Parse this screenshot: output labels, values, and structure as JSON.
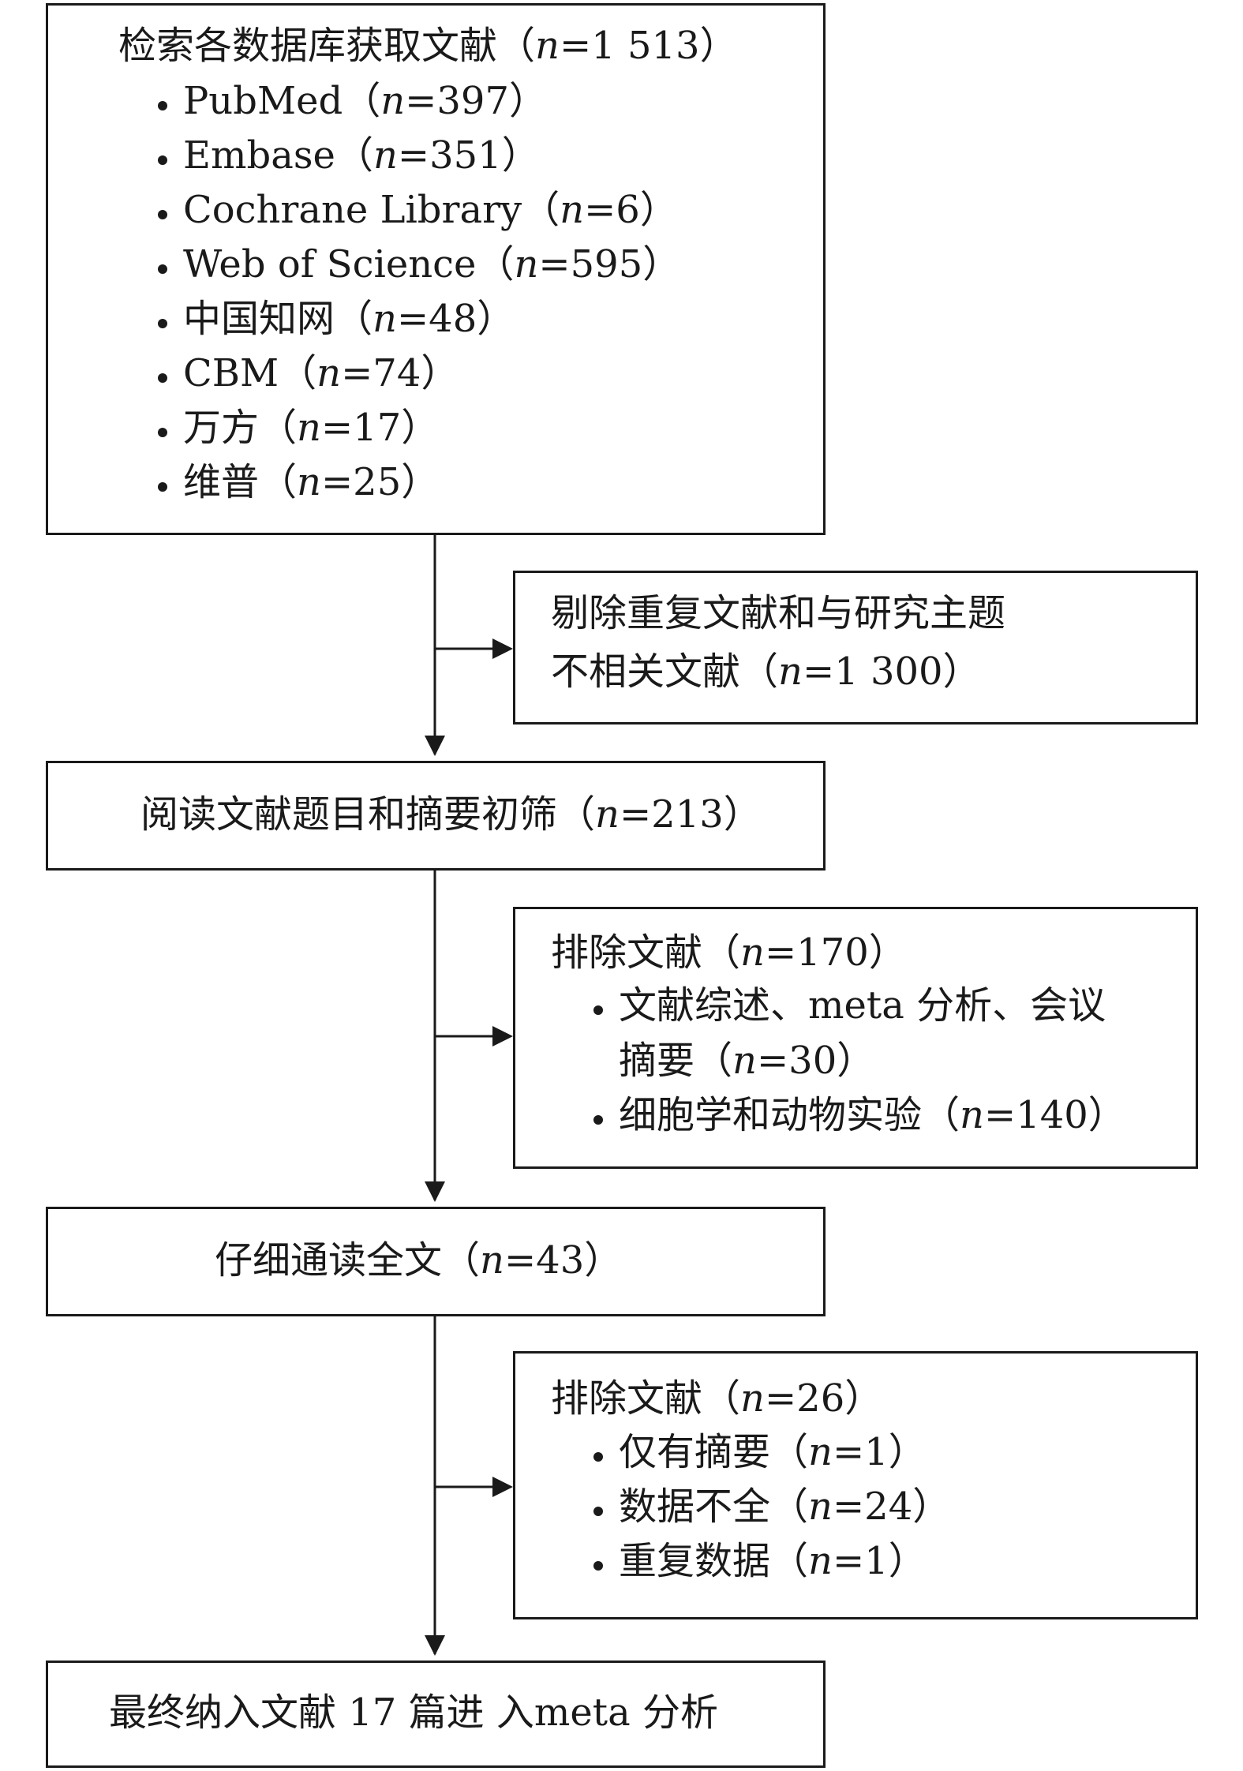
{
  "flow": {
    "search": {
      "title_prefix": "检索各数据库获取文献（",
      "title_n": "n",
      "title_suffix": "=1 513）",
      "databases": [
        {
          "name": "PubMed（",
          "n": "n",
          "value": "=397）"
        },
        {
          "name": "Embase（",
          "n": "n",
          "value": "=351）"
        },
        {
          "name": "Cochrane Library（",
          "n": "n",
          "value": "=6）"
        },
        {
          "name": "Web of Science（",
          "n": "n",
          "value": "=595）"
        },
        {
          "name": "中国知网（",
          "n": "n",
          "value": "=48）"
        },
        {
          "name": "CBM（",
          "n": "n",
          "value": "=74）"
        },
        {
          "name": "万方（",
          "n": "n",
          "value": "=17）"
        },
        {
          "name": "维普（",
          "n": "n",
          "value": "=25）"
        }
      ]
    },
    "exclude1": {
      "line1": "剔除重复文献和与研究主题",
      "line2_prefix": "不相关文献（",
      "line2_n": "n",
      "line2_suffix": "=1 300）"
    },
    "screen": {
      "prefix": "阅读文献题目和摘要初筛（",
      "n": "n",
      "suffix": "=213）"
    },
    "exclude2": {
      "title_prefix": "排除文献（",
      "title_n": "n",
      "title_suffix": "=170）",
      "item1_line1": "文献综述、meta 分析、会议",
      "item1_line2_prefix": "摘要（",
      "item1_line2_n": "n",
      "item1_line2_suffix": "=30）",
      "item2_prefix": "细胞学和动物实验（",
      "item2_n": "n",
      "item2_suffix": "=140）"
    },
    "fulltext": {
      "prefix": "仔细通读全文（",
      "n": "n",
      "suffix": "=43）"
    },
    "exclude3": {
      "title_prefix": "排除文献（",
      "title_n": "n",
      "title_suffix": "=26）",
      "items": [
        {
          "prefix": "仅有摘要（",
          "n": "n",
          "suffix": "=1）"
        },
        {
          "prefix": "数据不全（",
          "n": "n",
          "suffix": "=24）"
        },
        {
          "prefix": "重复数据（",
          "n": "n",
          "suffix": "=1）"
        }
      ]
    },
    "final": {
      "text": "最终纳入文献 17 篇进 入meta 分析"
    }
  }
}
